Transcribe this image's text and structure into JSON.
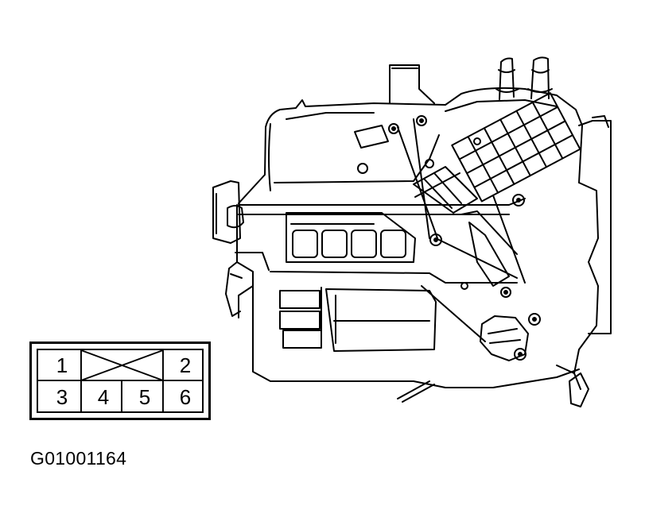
{
  "connector": {
    "pins": {
      "p1": "1",
      "p2": "2",
      "p3": "3",
      "p4": "4",
      "p5": "5",
      "p6": "6"
    },
    "empty_cavity": "blank-cavity"
  },
  "figure": {
    "id": "G01001164"
  },
  "colors": {
    "line": "#000000",
    "background": "#ffffff"
  }
}
